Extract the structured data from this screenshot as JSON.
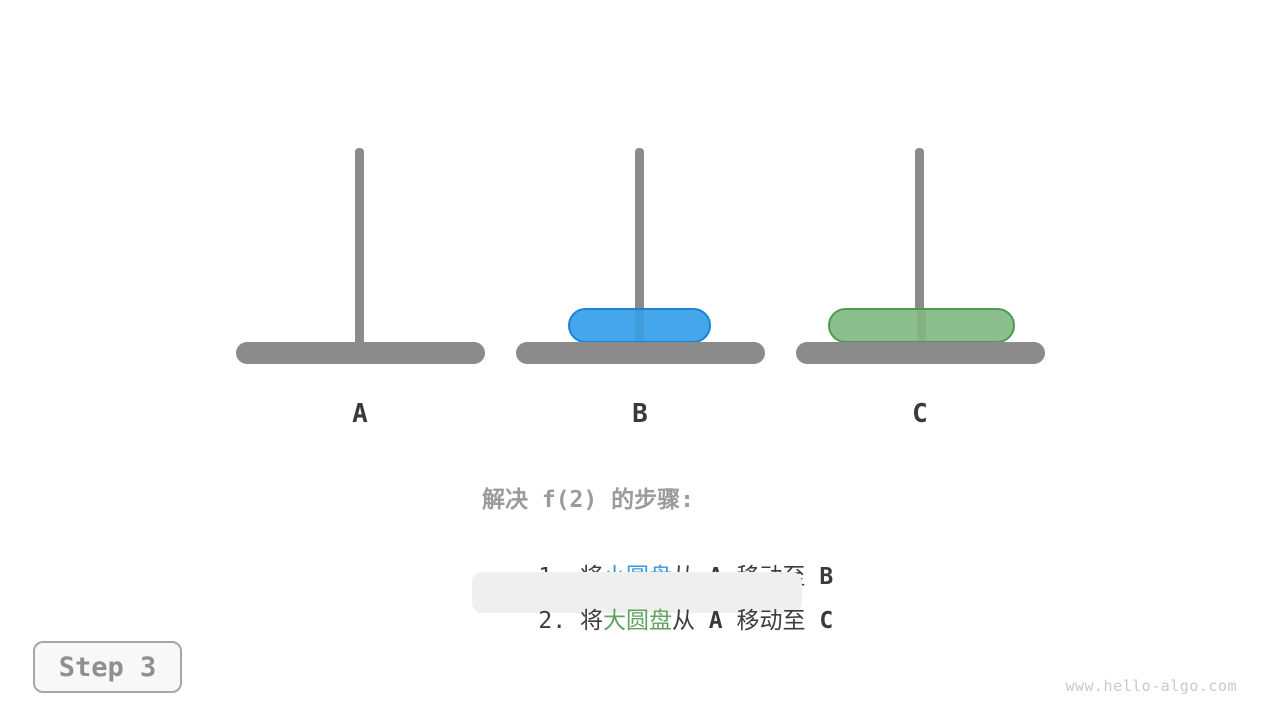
{
  "towers": {
    "pole_color": "#8B8B8B",
    "base_color": "#8B8B8B",
    "pegs": [
      {
        "label": "A",
        "disks": []
      },
      {
        "label": "B",
        "disks": [
          {
            "name": "small-disk",
            "fill": "#45A6EB",
            "border": "#1B82D6"
          }
        ]
      },
      {
        "label": "C",
        "disks": [
          {
            "name": "large-disk",
            "fill": "#8DBE8D",
            "border": "#4F9A4F"
          }
        ]
      }
    ]
  },
  "instructions": {
    "title": "解决 f(2) 的步骤:",
    "title_color": "#9B9B9B",
    "steps": [
      {
        "num": "1. ",
        "pre": "将",
        "disk": "小圆盘",
        "disk_color": "#3498DB",
        "mid": "从 ",
        "from": "A",
        "verb": " 移动至 ",
        "to": "B",
        "highlighted": false
      },
      {
        "num": "2. ",
        "pre": "将",
        "disk": "大圆盘",
        "disk_color": "#5FA35F",
        "mid": "从 ",
        "from": "A",
        "verb": " 移动至 ",
        "to": "C",
        "highlighted": true
      }
    ],
    "highlight_bg": "#EFEFEF"
  },
  "footer": {
    "step_badge": "Step 3",
    "watermark": "www.hello-algo.com"
  }
}
